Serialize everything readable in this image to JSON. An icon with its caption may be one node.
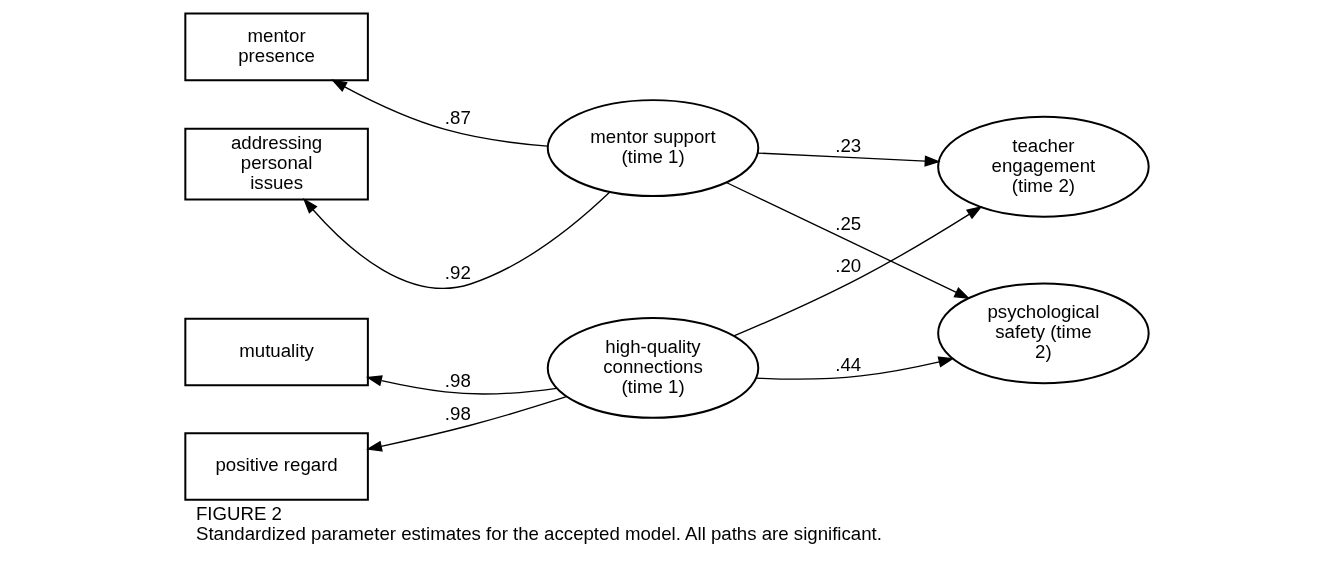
{
  "diagram": {
    "title": "FIGURE 2",
    "caption": "Standardized parameter estimates for the accepted model. All paths are significant.",
    "nodes": [
      {
        "text": [
          "mentor presence"
        ]
      },
      {
        "text": [
          "addressing personal issues"
        ]
      },
      {
        "text": [
          "mentor support (time 1)"
        ]
      },
      {
        "text": [
          "teacher engagement (time 2)"
        ]
      },
      {
        "text": [
          "mutuality"
        ]
      },
      {
        "text": [
          "positive regard"
        ]
      },
      {
        "text": [
          "high-quality connections (time 1)"
        ]
      },
      {
        "text": [
          "psychological safety (time 2)"
        ]
      }
    ],
    "edges": [
      {
        "from": 2,
        "to": 0,
        "arrow": "to",
        "label": ".87"
      },
      {
        "from": 2,
        "to": 1,
        "arrow": "to",
        "label": ".92"
      },
      {
        "from": 2,
        "to": 3,
        "arrow": "to",
        "label": ".23"
      },
      {
        "from": 2,
        "to": 7,
        "arrow": "to",
        "label": ".25"
      },
      {
        "from": 6,
        "to": 4,
        "arrow": "to",
        "label": ".98"
      },
      {
        "from": 6,
        "to": 5,
        "arrow": "to",
        "label": ".98"
      },
      {
        "from": 6,
        "to": 3,
        "arrow": "to",
        "label": ".20"
      },
      {
        "from": 6,
        "to": 7,
        "arrow": "to",
        "label": ".44"
      }
    ]
  }
}
